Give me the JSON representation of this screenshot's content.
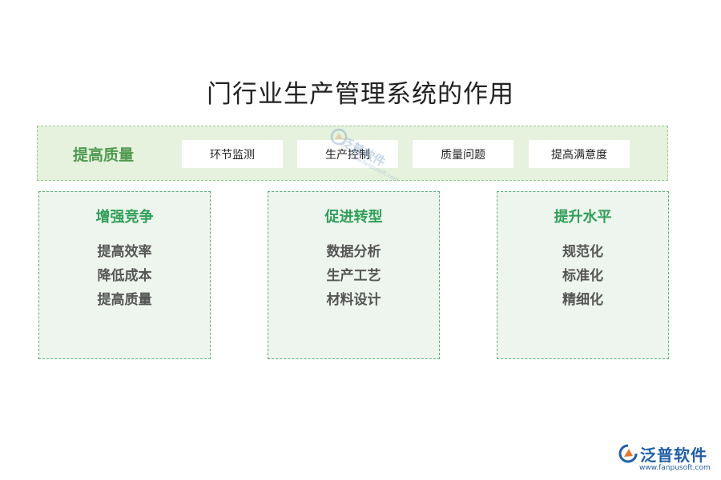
{
  "title": "门行业生产管理系统的作用",
  "band": {
    "label": "提高质量",
    "chips": [
      "环节监测",
      "生产控制",
      "质量问题",
      "提高满意度"
    ]
  },
  "cards": [
    {
      "title": "增强竞争",
      "items": [
        "提高效率",
        "降低成本",
        "提高质量"
      ]
    },
    {
      "title": "促进转型",
      "items": [
        "数据分析",
        "生产工艺",
        "材料设计"
      ]
    },
    {
      "title": "提升水平",
      "items": [
        "规范化",
        "标准化",
        "精细化"
      ]
    }
  ],
  "watermark": {
    "name": "泛普软件",
    "url": "www.fanpusoft.com"
  },
  "logo": {
    "name": "泛普软件",
    "url": "www.fanpusoft.com"
  },
  "colors": {
    "band_bg": "#e6f2dd",
    "card_bg": "#eef4ee",
    "accent_green": "#2d9f57",
    "brand_blue": "#1f5fa8",
    "brand_orange": "#e8772e"
  }
}
